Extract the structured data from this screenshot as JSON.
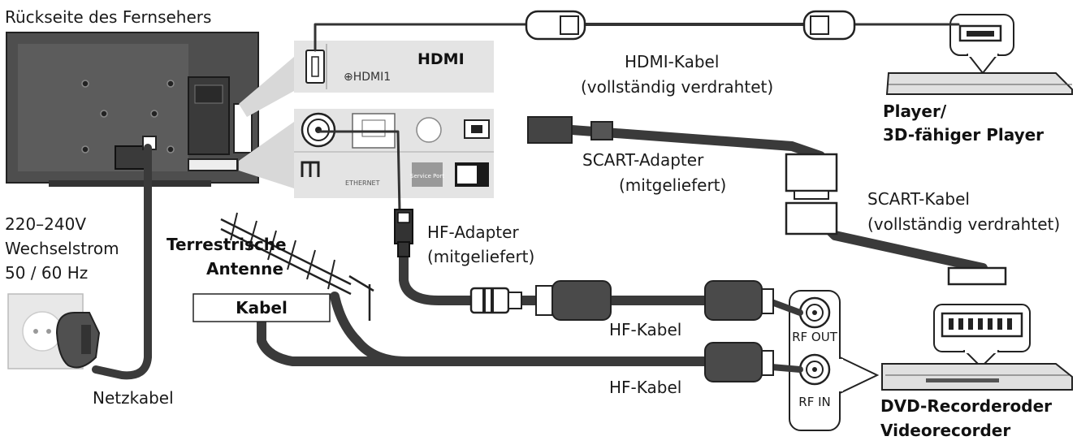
{
  "labels": {
    "tv_back": "Rückseite des Fernsehers",
    "hdmi_logo": "HDMI",
    "hdmi_port": "⊕HDMI1",
    "hdmi_cable_1": "HDMI-Kabel",
    "hdmi_cable_2": "(vollständig verdrahtet)",
    "player_1": "Player/",
    "player_2": "3D-fähiger Player",
    "scart_adapter_1": "SCART-Adapter",
    "scart_adapter_2": "(mitgeliefert)",
    "scart_cable_1": "SCART-Kabel",
    "scart_cable_2": "(vollständig verdrahtet)",
    "power_1": "220–240V",
    "power_2": "Wechselstrom",
    "power_3": "50 / 60 Hz",
    "antenna_1": "Terrestrische",
    "antenna_2": "Antenne",
    "hf_adapter_1": "HF-Adapter",
    "hf_adapter_2": "(mitgeliefert)",
    "cable_box": "Kabel",
    "hf_cable_top": "HF-Kabel",
    "hf_cable_bottom": "HF-Kabel",
    "rf_out": "RF OUT",
    "rf_in": "RF IN",
    "mains_cable": "Netzkabel",
    "recorder_1": "DVD-Recorderoder",
    "recorder_2": "Videorecorder",
    "service_port": "Service Port",
    "ethernet": "ETHERNET"
  },
  "colors": {
    "cable": "#3a3a3a",
    "panel": "#e4e4e4",
    "tv": "#505050",
    "outline": "#222222"
  }
}
